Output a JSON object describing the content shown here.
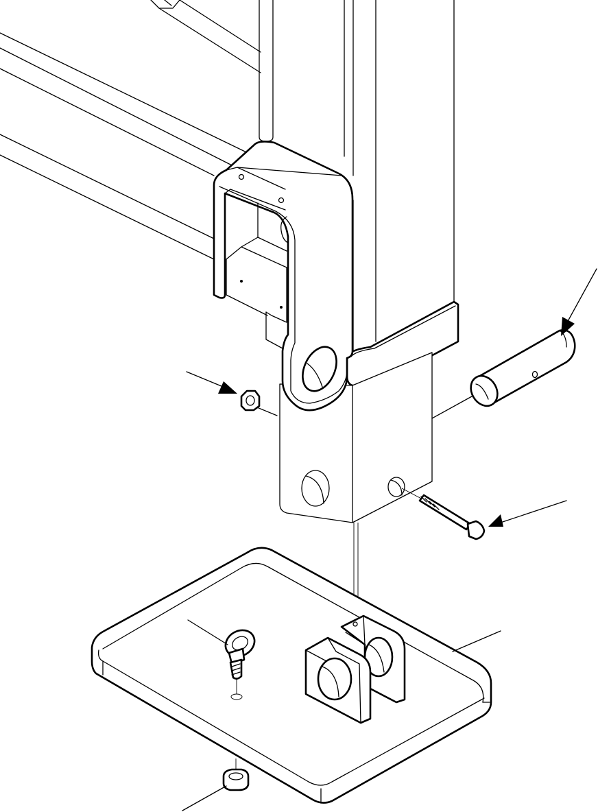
{
  "figure": {
    "kind": "exploded-assembly-drawing",
    "background": "#ffffff",
    "stroke_color": "#000000",
    "parts": [
      {
        "id": "frame-beams",
        "label": ""
      },
      {
        "id": "vertical-post",
        "label": ""
      },
      {
        "id": "mounting-bracket",
        "label": ""
      },
      {
        "id": "pivot-pin",
        "label": ""
      },
      {
        "id": "lock-nut",
        "label": ""
      },
      {
        "id": "bolt",
        "label": ""
      },
      {
        "id": "base-plate",
        "label": ""
      },
      {
        "id": "clevis-lugs",
        "label": ""
      },
      {
        "id": "lifting-eye-bolt",
        "label": ""
      },
      {
        "id": "bottom-nut",
        "label": ""
      }
    ],
    "leaders": [
      "pin-leader",
      "nut-leader",
      "bolt-leader",
      "plate-leader",
      "eyebolt-leader",
      "bottom-nut-leader"
    ]
  }
}
